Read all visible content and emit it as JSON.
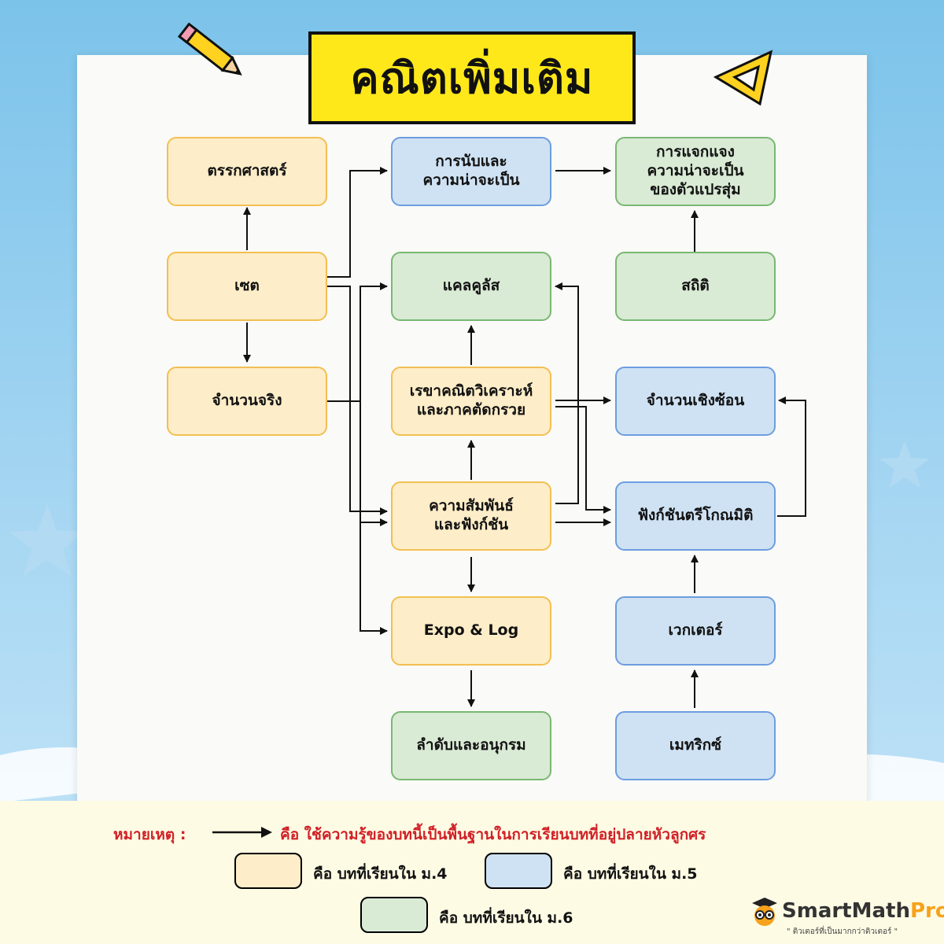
{
  "title": "คณิตเพิ่มเติม",
  "colors": {
    "grade4": "#fdedc8",
    "grade5": "#cfe2f3",
    "grade6": "#d9ead5",
    "note_red": "#d12027",
    "title_yellow": "#ffe81a"
  },
  "nodes": {
    "logic": "ตรรกศาสตร์",
    "set": "เซต",
    "real_numbers": "จำนวนจริง",
    "counting_probability": "การนับและ\nความน่าจะเป็น",
    "calculus": "แคลคูลัส",
    "analytic_geometry": "เรขาคณิตวิเคราะห์\nและภาคตัดกรวย",
    "relations_functions": "ความสัมพันธ์\nและฟังก์ชัน",
    "expo_log": "Expo & Log",
    "sequences_series": "ลำดับและอนุกรม",
    "random_variable_distribution": "การแจกแจง\nความน่าจะเป็น\nของตัวแปรสุ่ม",
    "statistics": "สถิติ",
    "complex_numbers": "จำนวนเชิงซ้อน",
    "trigonometric_functions": "ฟังก์ชันตรีโกณมิติ",
    "vectors": "เวกเตอร์",
    "matrices": "เมทริกซ์"
  },
  "legend": {
    "note_label": "หมายเหตุ :",
    "arrow_desc": "คือ ใช้ความรู้ของบทนี้เป็นพื้นฐานในการเรียนบทที่อยู่ปลายหัวลูกศร",
    "grade4": "คือ บทที่เรียนใน ม.4",
    "grade5": "คือ บทที่เรียนใน ม.5",
    "grade6": "คือ บทที่เรียนใน ม.6"
  },
  "brand": {
    "name_main": "SmartMath",
    "name_pro": "Pro",
    "tagline": "\" ติวเตอร์ที่เป็นมากกว่าติวเตอร์ \""
  },
  "icons": {
    "pencil": "pencil-icon",
    "triangle_ruler": "set-square-icon",
    "owl_logo": "owl-logo-icon"
  }
}
